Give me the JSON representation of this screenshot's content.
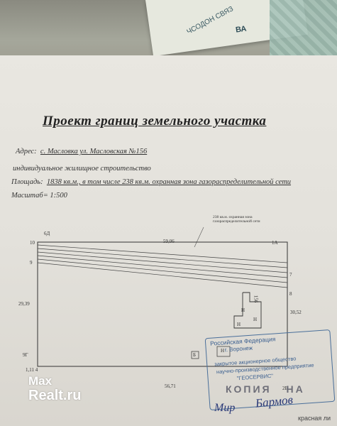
{
  "document": {
    "title": "Проект границ земельного участка",
    "address_label": "Адрес",
    "address_value": "с. Масловка ул. Масловская №156",
    "purpose": "индивидуальное жилищное строительство",
    "area_label": "Площадь",
    "area_value": "1838 кв.м., в том числе  238 кв.м. охранная зона газораспределительной сети",
    "scale_label": "Масштаб",
    "scale_value": "1:500"
  },
  "plan": {
    "zone_note": "238 кв.м. охранная зона газораспределительной сети",
    "labels": {
      "p6d": "6Д",
      "p10": "10",
      "p9": "9",
      "p1a": "1А",
      "p7": "7",
      "p8": "8",
      "p9g": "9Г",
      "p2b": "2Б",
      "p1114": "1,11 4",
      "len_top": "59,06",
      "len_left": "29,39",
      "len_right": "30,52",
      "len_bottom": "56,71",
      "house_n1": "Н",
      "house_156": "156",
      "house_n2": "Н",
      "house_n3": "Н",
      "small_n": "Н",
      "small_b": "Б"
    }
  },
  "stamp": {
    "line1": "Российская Федерация",
    "line2": "г. Воронеж",
    "line3": "закрытое акционерное общество",
    "line4": "научно-производственное предприятие",
    "line5": "\"ГЕОСЕРВИС\"",
    "copy_word": "КОПИЯ",
    "copy_word2": "НА",
    "red_line_label": "красная ли"
  },
  "watermark": {
    "line1": "Max",
    "line2": "Realt.ru"
  },
  "colors": {
    "paper": "#e6e4de",
    "ink": "#222222",
    "stamp_blue": "#3b5f8f"
  }
}
